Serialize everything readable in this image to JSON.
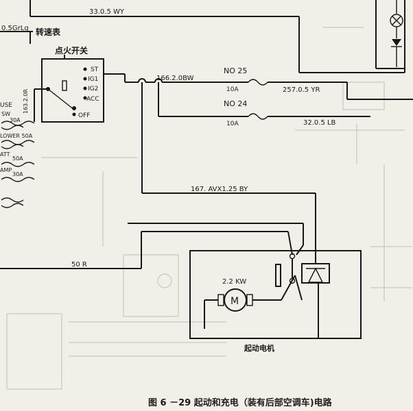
{
  "wires": {
    "top": "33.0.5 WY",
    "left_grlg": "0.5GrLg",
    "tachometer": "转速表",
    "ign_feed": "163.2.0R",
    "bw": "166.2.0BW",
    "yr": "257.0.5 YR",
    "lb": "32.0.5 LB",
    "by": "167. AVX1.25 BY",
    "r": "50 R"
  },
  "ignition_switch": {
    "title": "点火开关",
    "positions": [
      "ST",
      "IG1",
      "IG2",
      "ACC",
      "OFF"
    ]
  },
  "fuses": {
    "no25": "NO 25",
    "no24": "NO 24",
    "amp25": "10A",
    "amp24": "10A"
  },
  "fuse_block": {
    "labels": [
      "USE",
      "SW",
      "30A",
      "LOWER 50A",
      "ATT",
      "50A",
      "AMP",
      "30A"
    ]
  },
  "starter": {
    "power": "2.2 KW",
    "motor": "M",
    "title": "起动电机"
  },
  "caption": "图 6 －29   起动和充电（装有后部空调车)电路"
}
